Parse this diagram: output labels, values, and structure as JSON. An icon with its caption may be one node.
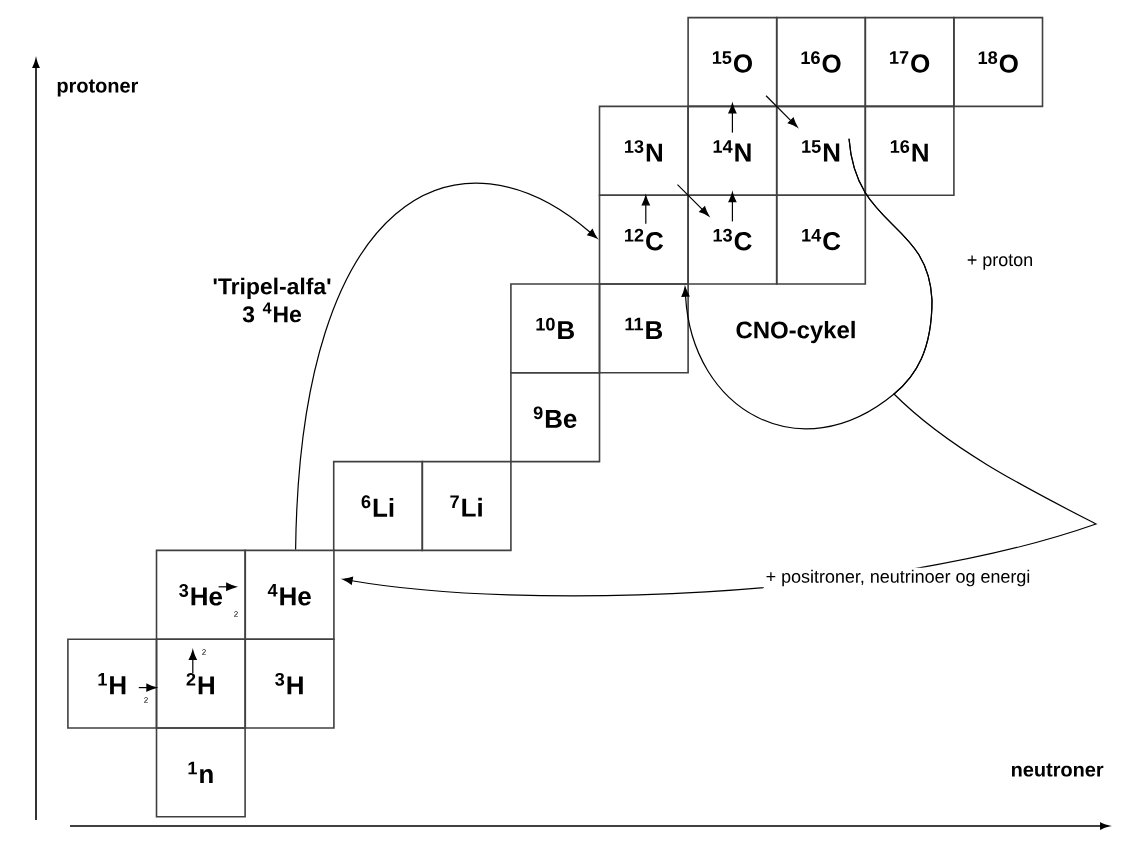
{
  "diagram": {
    "nodes": [
      {
        "text": [
          "$^{15}$O"
        ]
      },
      {
        "text": [
          "$^{16}$O"
        ]
      },
      {
        "text": [
          "$^{17}$O"
        ]
      },
      {
        "text": [
          "$^{18}$O"
        ]
      },
      {
        "text": [
          "$^{13}$N"
        ]
      },
      {
        "text": [
          "$^{14}$N"
        ]
      },
      {
        "text": [
          "$^{15}$N"
        ]
      },
      {
        "text": [
          "$^{16}$N"
        ]
      },
      {
        "text": [
          "$^{12}$C"
        ]
      },
      {
        "text": [
          "$^{13}$C"
        ]
      },
      {
        "text": [
          "$^{14}$C"
        ]
      },
      {
        "text": [
          "$^{10}$B"
        ]
      },
      {
        "text": [
          "$^{11}$B"
        ]
      },
      {
        "text": [
          "$^{9}$Be"
        ]
      },
      {
        "text": [
          "$^{6}$Li"
        ]
      },
      {
        "text": [
          "$^{7}$Li"
        ]
      },
      {
        "text": [
          "$^{3}$He"
        ]
      },
      {
        "text": [
          "$^{4}$He"
        ]
      },
      {
        "text": [
          "$^{1}$H"
        ]
      },
      {
        "text": [
          "$^{2}$H"
        ]
      },
      {
        "text": [
          "$^{3}$H"
        ]
      },
      {
        "text": [
          "$^{1}$n"
        ]
      }
    ],
    "edges": [
      {
        "from": 18,
        "to": 19,
        "arrow": "to",
        "label": "2"
      },
      {
        "from": 19,
        "to": 16,
        "arrow": "to",
        "label": "2"
      },
      {
        "from": 16,
        "to": 17,
        "arrow": "to",
        "label": "2"
      },
      {
        "from": 17,
        "to": 8,
        "arrow": "to",
        "label": "'Tripel-alfa' 3 $^{4}$He"
      },
      {
        "from": 8,
        "to": 4,
        "arrow": "to"
      },
      {
        "from": 4,
        "to": 9,
        "arrow": "to"
      },
      {
        "from": 9,
        "to": 5,
        "arrow": "to"
      },
      {
        "from": 5,
        "to": 0,
        "arrow": "to"
      },
      {
        "from": 0,
        "to": 6,
        "arrow": "to"
      },
      {
        "from": 6,
        "to": 8,
        "arrow": "to",
        "label": "+ proton"
      },
      {
        "from": 6,
        "to": 17,
        "arrow": "to",
        "label": "+ positroner, neutrinoer og energi"
      }
    ],
    "labels": [
      "protoner",
      "CNO-cykel",
      "neutroner"
    ]
  }
}
